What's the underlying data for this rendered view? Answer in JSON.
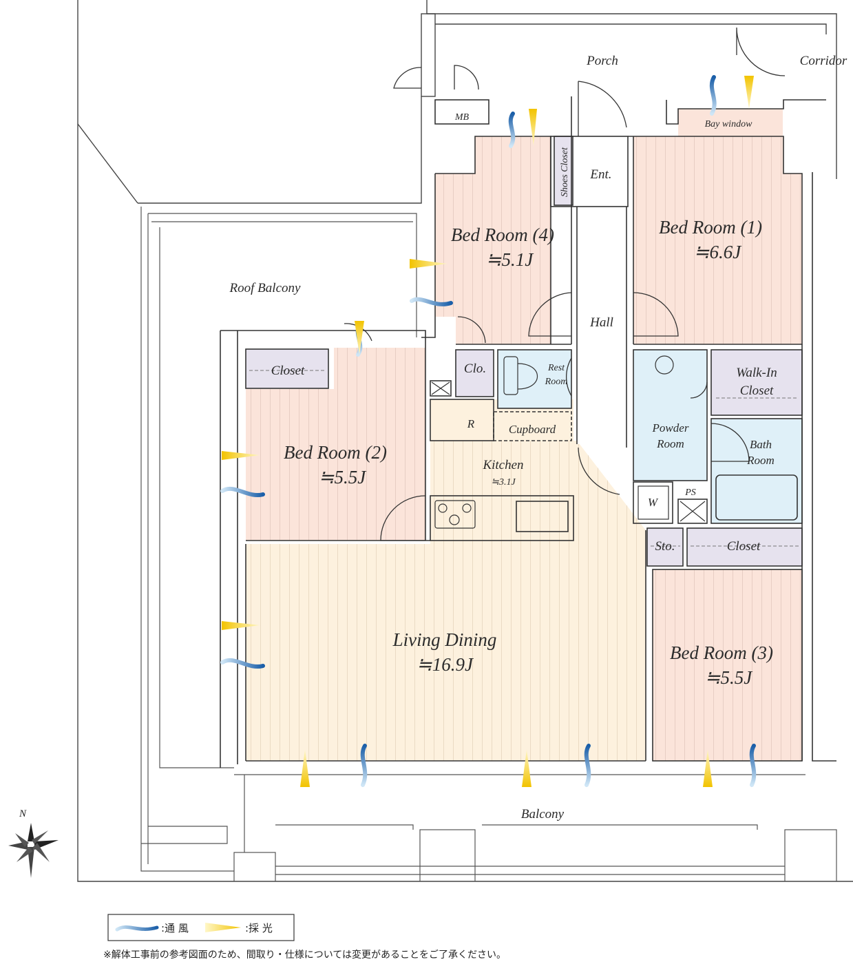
{
  "rooms": {
    "porch": "Porch",
    "corridor": "Corridor",
    "mb": "MB",
    "bay_window": "Bay window",
    "shoes_closet": "Shoes Closet",
    "entrance": "Ent.",
    "bed4_name": "Bed Room (4)",
    "bed4_size": "≒5.1J",
    "bed1_name": "Bed Room (1)",
    "bed1_size": "≒6.6J",
    "roof_balcony": "Roof Balcony",
    "hall": "Hall",
    "closet_bed2": "Closet",
    "clo": "Clo.",
    "rest_room_1": "Rest",
    "rest_room_2": "Room",
    "walkin_1": "Walk-In",
    "walkin_2": "Closet",
    "refrigerator": "R",
    "cupboard": "Cupboard",
    "powder_1": "Powder",
    "powder_2": "Room",
    "bath_1": "Bath",
    "bath_2": "Room",
    "bed2_name": "Bed Room (2)",
    "bed2_size": "≒5.5J",
    "kitchen_name": "Kitchen",
    "kitchen_size": "≒3.1J",
    "washer": "W",
    "ps": "PS",
    "storage": "Sto.",
    "closet_bed3": "Closet",
    "living_name": "Living Dining",
    "living_size": "≒16.9J",
    "bed3_name": "Bed Room (3)",
    "bed3_size": "≒5.5J",
    "balcony": "Balcony"
  },
  "compass": "N",
  "legend": {
    "ventilation": ":通 風",
    "lighting": ":採 光"
  },
  "note": "※解体工事前の参考図面のため、間取り・仕様については変更があることをご了承ください。",
  "colors": {
    "wall": "#333333",
    "bedroom_fill": "#fbe4da",
    "living_fill": "#fdf1de",
    "wet_fill": "#dff0f8",
    "closet_fill": "#e6e2ee",
    "wind_blue": "#1a5ea8",
    "light_yellow": "#f2c300"
  }
}
